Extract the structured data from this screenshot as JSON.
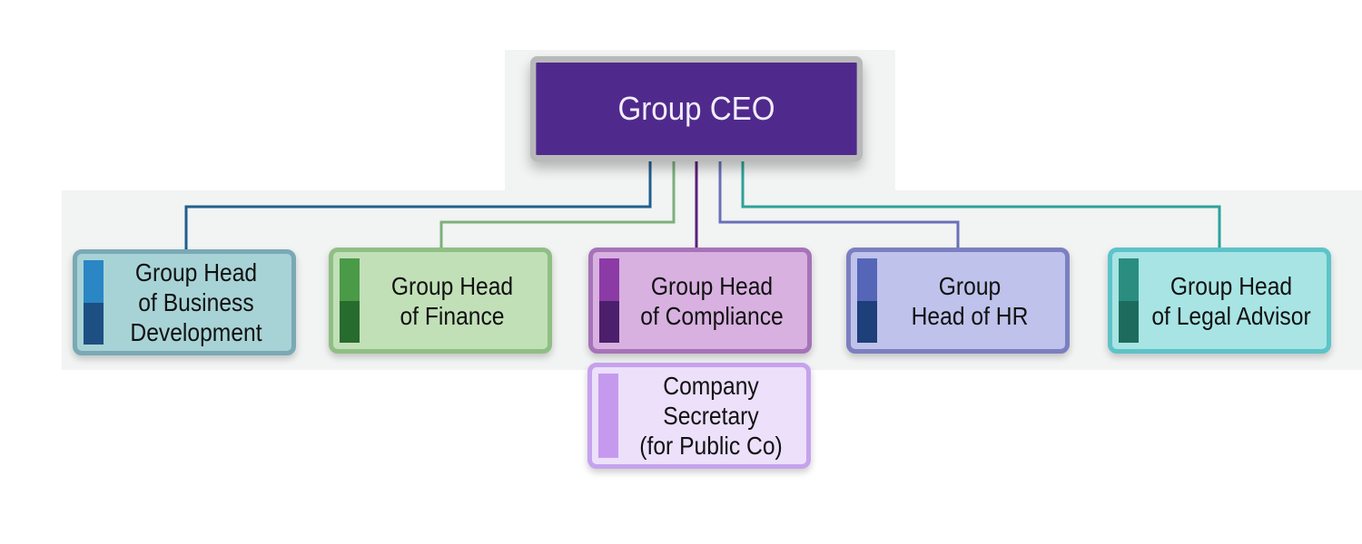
{
  "ceo": {
    "label": "Group CEO",
    "color": "#4f2a8c"
  },
  "heads": [
    {
      "label": "Group Head\nof Business\nDevelopment",
      "fill": "#a8d3d6",
      "border": "#7aa9b5",
      "bar_top": "#2a86c5",
      "bar_bottom": "#1d4f83",
      "line": "#1f5f8e"
    },
    {
      "label": "Group Head\nof Finance",
      "fill": "#c2e0b8",
      "border": "#8fbf85",
      "bar_top": "#4a9a48",
      "bar_bottom": "#276b2e",
      "line": "#7db07a"
    },
    {
      "label": "Group Head\nof Compliance",
      "fill": "#d8b1e0",
      "border": "#a673b8",
      "bar_top": "#8c3aa6",
      "bar_bottom": "#4b1f6b",
      "line": "#5b1f7a"
    },
    {
      "label": "Group\nHead of HR",
      "fill": "#bfc2ea",
      "border": "#7b7fc0",
      "bar_top": "#5566b8",
      "bar_bottom": "#1d3f7a",
      "line": "#6a70b8"
    },
    {
      "label": "Group Head\nof Legal Advisor",
      "fill": "#a8e4e4",
      "border": "#5cc4c8",
      "bar_top": "#2a8d80",
      "bar_bottom": "#1d6b5c",
      "line": "#2aa39a"
    }
  ],
  "sub": {
    "label": "Company\nSecretary\n(for Public Co)",
    "fill": "#ece0fa",
    "border": "#c6a2ee",
    "bar": "#c59aee"
  }
}
